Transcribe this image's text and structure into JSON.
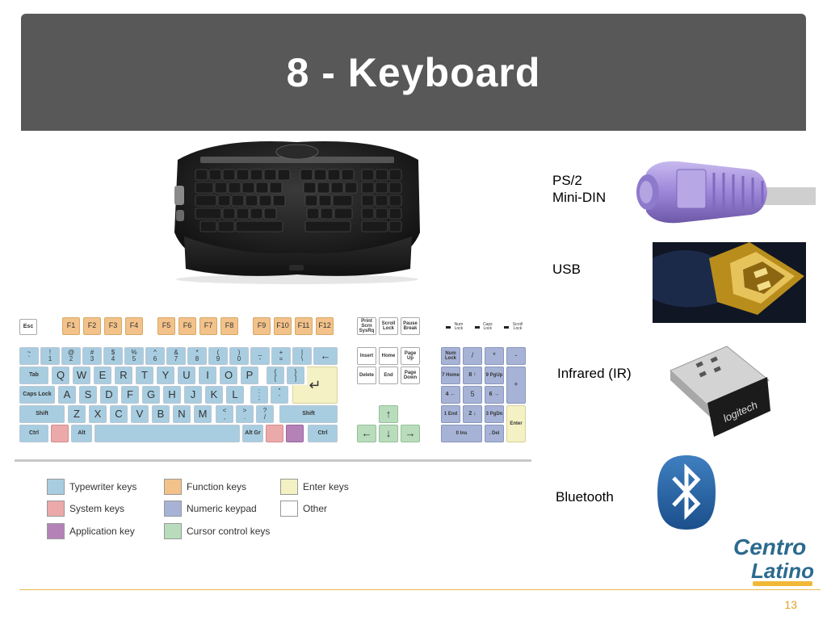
{
  "slide": {
    "title": "8 - Keyboard",
    "page_number": "13"
  },
  "connectors": [
    {
      "label": "PS/2\nMini-DIN"
    },
    {
      "label": "USB"
    },
    {
      "label": "Infrared (IR)"
    },
    {
      "label": "Bluetooth"
    }
  ],
  "legend": [
    {
      "label": "Typewriter keys",
      "color": "#a8cde0"
    },
    {
      "label": "Function keys",
      "color": "#f2c28a"
    },
    {
      "label": "Enter keys",
      "color": "#f4f1c4"
    },
    {
      "label": "System keys",
      "color": "#eca9a9"
    },
    {
      "label": "Numeric keypad",
      "color": "#a7b3d6"
    },
    {
      "label": "Other",
      "color": "#ffffff"
    },
    {
      "label": "Application key",
      "color": "#b582b8"
    },
    {
      "label": "Cursor control keys",
      "color": "#b8dcbc"
    }
  ],
  "keyboard_layout": {
    "esc": "Esc",
    "function_keys": [
      "F1",
      "F2",
      "F3",
      "F4",
      "F5",
      "F6",
      "F7",
      "F8",
      "F9",
      "F10",
      "F11",
      "F12"
    ],
    "print_screen": "Print Scrn SysRq",
    "scroll_lock": "Scroll Lock",
    "pause": "Pause Break",
    "num_lock_light": "Num Lock",
    "caps_lock_light": "Caps Lock",
    "scroll_lock_light": "Scroll Lock",
    "number_row": [
      {
        "top": "~",
        "bottom": "`"
      },
      {
        "top": "!",
        "bottom": "1"
      },
      {
        "top": "@",
        "bottom": "2"
      },
      {
        "top": "#",
        "bottom": "3"
      },
      {
        "top": "$",
        "bottom": "4"
      },
      {
        "top": "%",
        "bottom": "5"
      },
      {
        "top": "^",
        "bottom": "6"
      },
      {
        "top": "&",
        "bottom": "7"
      },
      {
        "top": "*",
        "bottom": "8"
      },
      {
        "top": "(",
        "bottom": "9"
      },
      {
        "top": ")",
        "bottom": "0"
      },
      {
        "top": "_",
        "bottom": "-"
      },
      {
        "top": "+",
        "bottom": "="
      },
      {
        "top": "|",
        "bottom": "\\"
      }
    ],
    "backspace": "←",
    "tab": "Tab",
    "qwerty": [
      "Q",
      "W",
      "E",
      "R",
      "T",
      "Y",
      "U",
      "I",
      "O",
      "P"
    ],
    "brackets": [
      {
        "top": "{",
        "bottom": "["
      },
      {
        "top": "}",
        "bottom": "]"
      }
    ],
    "enter_symbol": "↵",
    "caps": "Caps Lock",
    "asdf": [
      "A",
      "S",
      "D",
      "F",
      "G",
      "H",
      "J",
      "K",
      "L"
    ],
    "semicolon": {
      "top": ":",
      "bottom": ";"
    },
    "quote": {
      "top": "\"",
      "bottom": "'"
    },
    "shift": "Shift",
    "zxcv": [
      "Z",
      "X",
      "C",
      "V",
      "B",
      "N",
      "M"
    ],
    "comma": {
      "top": "<",
      "bottom": ","
    },
    "period": {
      "top": ">",
      "bottom": "."
    },
    "slash": {
      "top": "?",
      "bottom": "/"
    },
    "ctrl": "Ctrl",
    "alt": "Alt",
    "alt_gr": "Alt Gr",
    "insert": "Insert",
    "home": "Home",
    "page_up": "Page Up",
    "delete": "Delete",
    "end": "End",
    "page_down": "Page Down",
    "arrow_up": "↑",
    "arrow_left": "←",
    "arrow_down": "↓",
    "arrow_right": "→",
    "numpad": {
      "num_lock": "Num Lock",
      "divide": "/",
      "multiply": "*",
      "minus": "-",
      "plus": "+",
      "enter": "Enter",
      "n7": "7 Home",
      "n8": "8 ↑",
      "n9": "9 PgUp",
      "n4": "4 ←",
      "n5": "5",
      "n6": "6 →",
      "n1": "1 End",
      "n2": "2 ↓",
      "n3": "3 PgDn",
      "n0": "0 Ins",
      "dot": ". Del"
    }
  },
  "logo": {
    "line1": "Centro",
    "line2": "Latino"
  },
  "colors": {
    "title_bar": "#585858",
    "accent": "#e2a423",
    "logo_blue": "#2b6a8e"
  }
}
